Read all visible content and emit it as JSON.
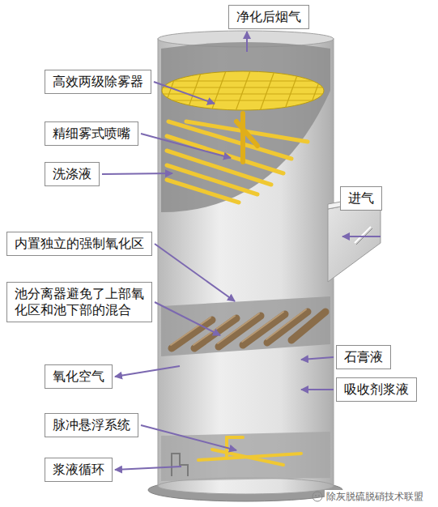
{
  "diagram": {
    "nodes": [
      {
        "text": [
          "净化后烟气"
        ]
      },
      {
        "text": [
          "高效两级除雾器"
        ]
      },
      {
        "text": [
          "精细雾式喷嘴"
        ]
      },
      {
        "text": [
          "洗涤液"
        ]
      },
      {
        "text": [
          "进气"
        ]
      },
      {
        "text": [
          "内置独立的强制氧化区"
        ]
      },
      {
        "text": [
          "池分离器避免了上部氧化区和池下部的混合"
        ]
      },
      {
        "text": [
          "石膏液"
        ]
      },
      {
        "text": [
          "氧化空气"
        ]
      },
      {
        "text": [
          "吸收剂浆液"
        ]
      },
      {
        "text": [
          "脉冲悬浮系统"
        ]
      },
      {
        "text": [
          "浆液循环"
        ]
      }
    ],
    "labels": [
      "除灰脱硫脱硝技术联盟"
    ]
  }
}
